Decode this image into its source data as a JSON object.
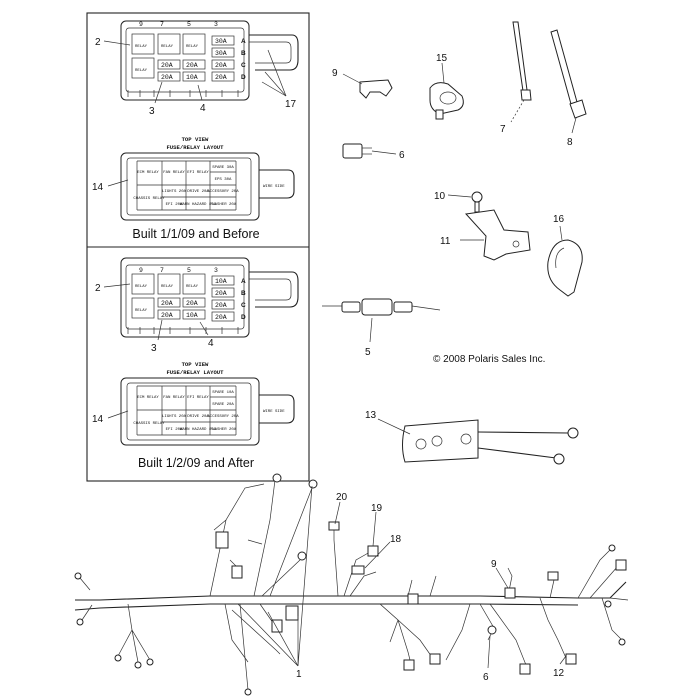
{
  "callouts": {
    "c2a": "2",
    "c3a": "3",
    "c4a": "4",
    "c17": "17",
    "c14a": "14",
    "c2b": "2",
    "c3b": "3",
    "c4b": "4",
    "c14b": "14",
    "c9a": "9",
    "c15": "15",
    "c7": "7",
    "c8": "8",
    "c6a": "6",
    "c10": "10",
    "c11": "11",
    "c16": "16",
    "c5": "5",
    "c13": "13",
    "c20": "20",
    "c19": "19",
    "c18": "18",
    "c9b": "9",
    "c1": "1",
    "c6b": "6",
    "c12": "12"
  },
  "captions": {
    "before": "Built 1/1/09 and Before",
    "after": "Built 1/2/09 and After"
  },
  "copyright": "© 2008 Polaris Sales Inc.",
  "layout_heading": {
    "line1": "TOP VIEW",
    "line2": "FUSE/RELAY LAYOUT"
  },
  "fuse_box_before": {
    "top_digits": [
      "9",
      "7",
      "5",
      "3"
    ],
    "letters": [
      "A",
      "B",
      "C",
      "D"
    ],
    "relays": [
      "RELAY",
      "RELAY",
      "RELAY",
      "RELAY"
    ],
    "fuses": [
      "30A",
      "30A",
      "20A",
      "20A",
      "20A",
      "20A",
      "10A",
      "20A"
    ]
  },
  "fuse_box_after": {
    "top_digits": [
      "9",
      "7",
      "5",
      "3"
    ],
    "letters": [
      "A",
      "B",
      "C",
      "D"
    ],
    "relays": [
      "RELAY",
      "RELAY",
      "RELAY",
      "RELAY"
    ],
    "fuses": [
      "10A",
      "20A",
      "20A",
      "20A",
      "20A",
      "20A",
      "10A",
      "20A"
    ]
  },
  "layout_before": {
    "cells": [
      "ECM RELAY",
      "FAN RELAY",
      "EFI RELAY",
      "SPARE 30A",
      "EPS 30A",
      "CHASSIS RELAY",
      "LIGHTS 20A",
      "DRIVE 20A",
      "ACCESSORY 20A",
      "EFI 20A",
      "WARN HAZARD 10A",
      "FLASHER 20A"
    ],
    "label": "WIRE SIDE"
  },
  "layout_after": {
    "cells": [
      "ECM RELAY",
      "FAN RELAY",
      "EFI RELAY",
      "SPARE 10A",
      "SPARE 20A",
      "CHASSIS RELAY",
      "LIGHTS 20A",
      "DRIVE 20A",
      "ACCESSORY 20A",
      "EFI 20A",
      "WARN HAZARD 10A",
      "FLASHER 20A"
    ],
    "label": "WIRE SIDE"
  }
}
